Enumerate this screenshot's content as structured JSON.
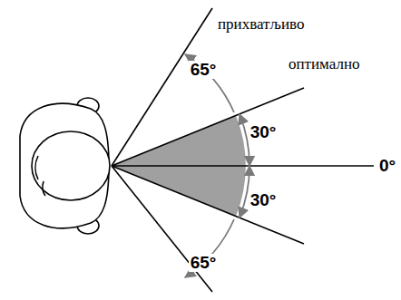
{
  "diagram": {
    "labels": [
      "прихватљиво",
      "65°",
      "30°",
      "оптимално",
      "0°",
      "30°",
      "65°"
    ]
  }
}
